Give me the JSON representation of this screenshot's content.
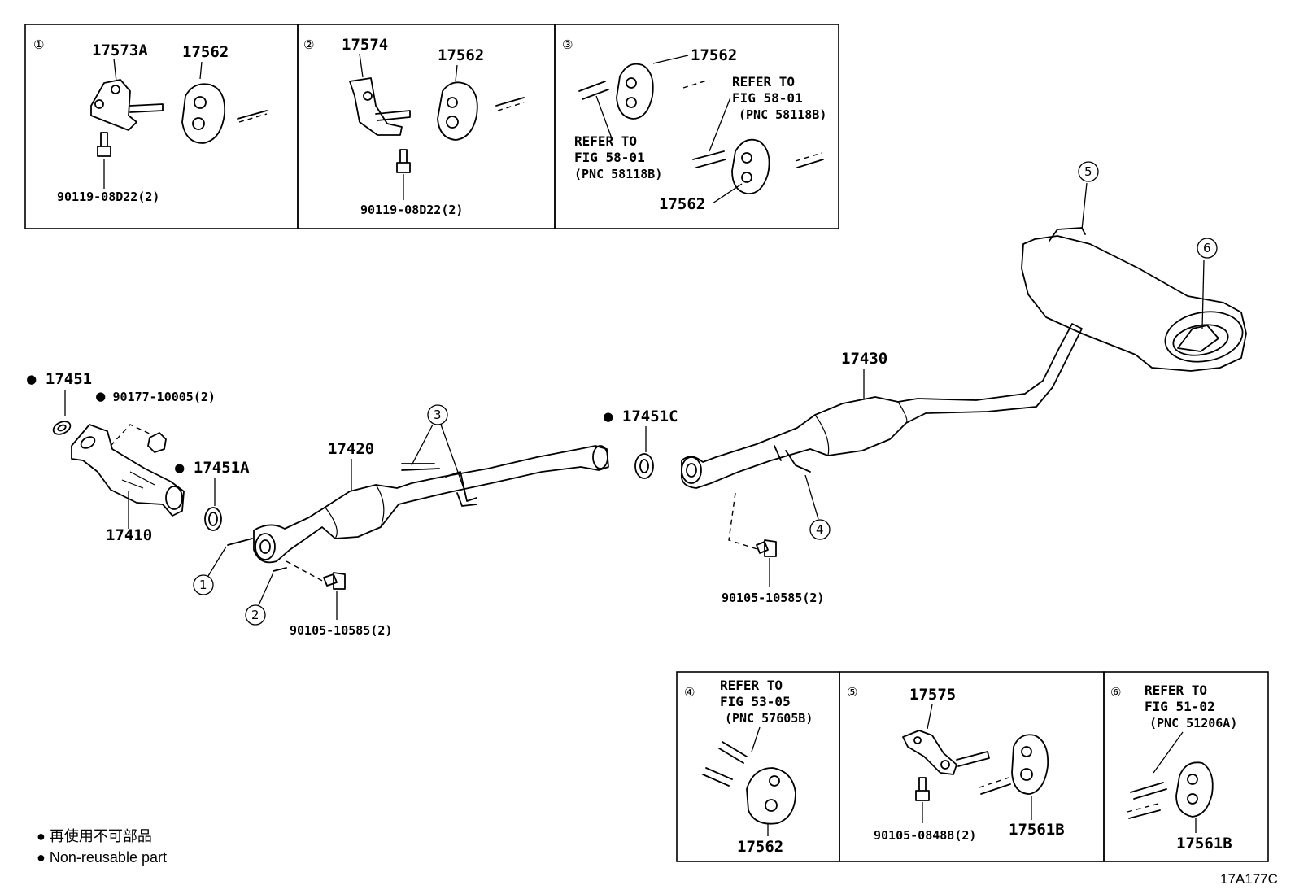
{
  "insets_top": [
    {
      "marker": "①",
      "labels": {
        "bracket": "17573A",
        "cushion": "17562",
        "bolt": "90119-08D22(2)"
      }
    },
    {
      "marker": "②",
      "labels": {
        "bracket": "17574",
        "cushion": "17562",
        "bolt": "90119-08D22(2)"
      }
    },
    {
      "marker": "③",
      "labels": {
        "cushion_a": "17562",
        "cushion_b": "17562"
      },
      "refer_a": [
        "REFER TO",
        "FIG 58-01",
        "(PNC 58118B)"
      ],
      "refer_b": [
        "REFER TO",
        "FIG 58-01",
        "(PNC 58118B)"
      ]
    }
  ],
  "insets_bottom": [
    {
      "marker": "④",
      "refer": [
        "REFER TO",
        "FIG 53-05",
        "(PNC 57605B)"
      ],
      "cushion": "17562"
    },
    {
      "marker": "⑤",
      "bracket": "17575",
      "bolt": "90105-08488(2)",
      "cushion": "17561B"
    },
    {
      "marker": "⑥",
      "refer": [
        "REFER TO",
        "FIG 51-02",
        "(PNC 51206A)"
      ],
      "cushion": "17561B"
    }
  ],
  "main_parts": {
    "gasket_front": "17451",
    "nut": "90177-10005(2)",
    "gasket_a": "17451A",
    "front_pipe": "17410",
    "center_pipe": "17420",
    "gasket_c": "17451C",
    "tail_pipe": "17430",
    "bolt_center": "90105-10585(2)",
    "bolt_tail": "90105-10585(2)"
  },
  "callouts": [
    "1",
    "2",
    "3",
    "4",
    "5",
    "6"
  ],
  "legend": {
    "marker": "●",
    "japanese": "再使用不可部品",
    "english": "Non-reusable part"
  },
  "diagram_code": "17A177C"
}
